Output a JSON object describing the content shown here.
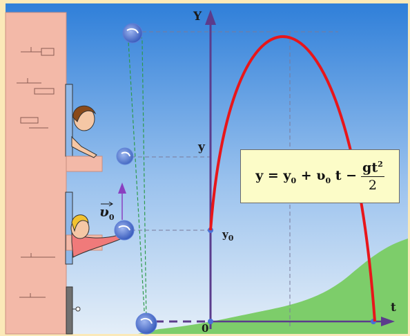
{
  "labels": {
    "y_axis": "Y",
    "t_axis": "t",
    "origin": "0",
    "y_mark": "y",
    "y0_mark": "y",
    "y0_sub": "0",
    "v0_symbol": "υ",
    "v0_sub": "0"
  },
  "formula": {
    "lhs": "y = y",
    "sub1": "0",
    "plus": " + υ",
    "sub2": "0",
    "t_minus": "t −",
    "numerator": "gt",
    "numerator_sup": "2",
    "denominator": "2"
  },
  "colors": {
    "sky_top": "#2f7fd9",
    "sky_bottom": "#d6e6f5",
    "axis": "#5b3c8c",
    "curve": "#e8161a",
    "guide": "#7a7a9a",
    "ball_path": "#2e9a4a",
    "ball": "#3b63c9",
    "wall": "#f3b9a8",
    "grass": "#7dcd6a"
  }
}
